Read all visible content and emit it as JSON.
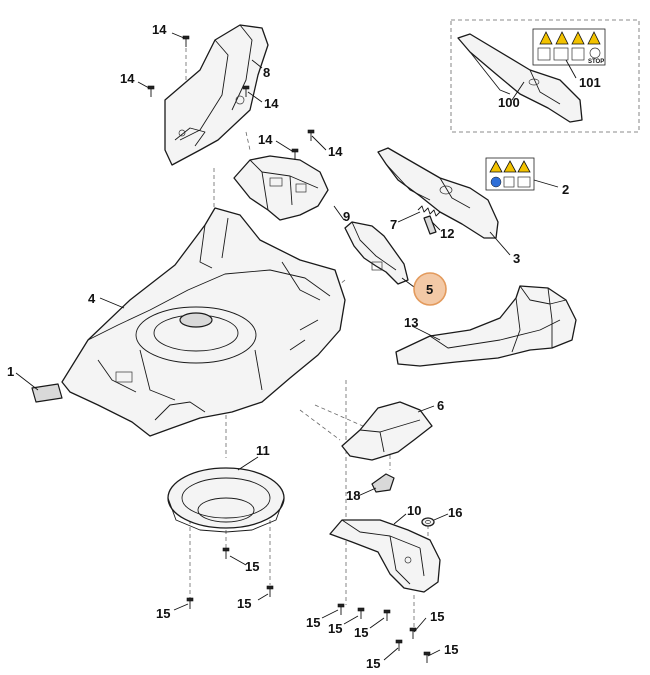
{
  "callouts": {
    "c14a": "14",
    "c14b": "14",
    "c14c": "14",
    "c14d": "14",
    "c14e": "14",
    "c8": "8",
    "c9": "9",
    "c4": "4",
    "c1": "1",
    "c100": "100",
    "c101": "101",
    "c2": "2",
    "c3": "3",
    "c7": "7",
    "c12": "12",
    "c5": "5",
    "c13": "13",
    "c6": "6",
    "c11": "11",
    "c18": "18",
    "c10": "10",
    "c16": "16",
    "c15a": "15",
    "c15b": "15",
    "c15c": "15",
    "c15d": "15",
    "c15e": "15",
    "c15f": "15",
    "c15g": "15",
    "c15h": "15",
    "c15i": "15"
  },
  "labels": {
    "stop_text": "STOP"
  },
  "highlight": {
    "part": "5",
    "color": "#f3c9a6"
  }
}
